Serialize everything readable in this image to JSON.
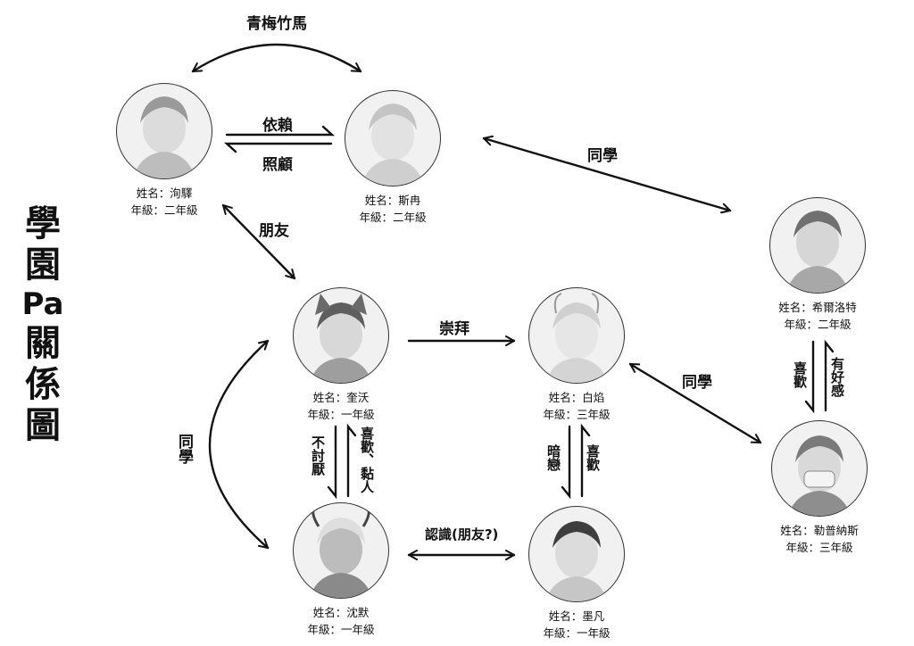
{
  "title_chars": [
    "學",
    "園",
    "Pa",
    "關",
    "係",
    "圖"
  ],
  "characters": {
    "xunyi": {
      "name_line": "姓名：洵驛",
      "grade_line": "年級：二年級"
    },
    "siran": {
      "name_line": "姓名：斯冉",
      "grade_line": "年級：二年級"
    },
    "xierluote": {
      "name_line": "姓名：希爾洛特",
      "grade_line": "年級：二年級"
    },
    "kuiwo": {
      "name_line": "姓名：奎沃",
      "grade_line": "年級：一年級"
    },
    "baiyan": {
      "name_line": "姓名：白焰",
      "grade_line": "年級：三年級"
    },
    "lepunasi": {
      "name_line": "姓名：勒普納斯",
      "grade_line": "年級：三年級"
    },
    "shenmo": {
      "name_line": "姓名：沈默",
      "grade_line": "年級：一年級"
    },
    "mofan": {
      "name_line": "姓名：墨凡",
      "grade_line": "年級：一年級"
    }
  },
  "relations": {
    "childhood_friends": "青梅竹馬",
    "depend": "依賴",
    "care": "照顧",
    "classmates_top": "同學",
    "friends": "朋友",
    "worship": "崇拜",
    "classmates_mid": "同學",
    "classmates_left": "同學",
    "like_left": "喜歡",
    "favorable": "有好感",
    "not_dislike": "不討厭",
    "like_clingy": "喜歡、黏人",
    "crush": "暗戀",
    "like_right": "喜歡",
    "acquainted": "認識(朋友?)"
  }
}
